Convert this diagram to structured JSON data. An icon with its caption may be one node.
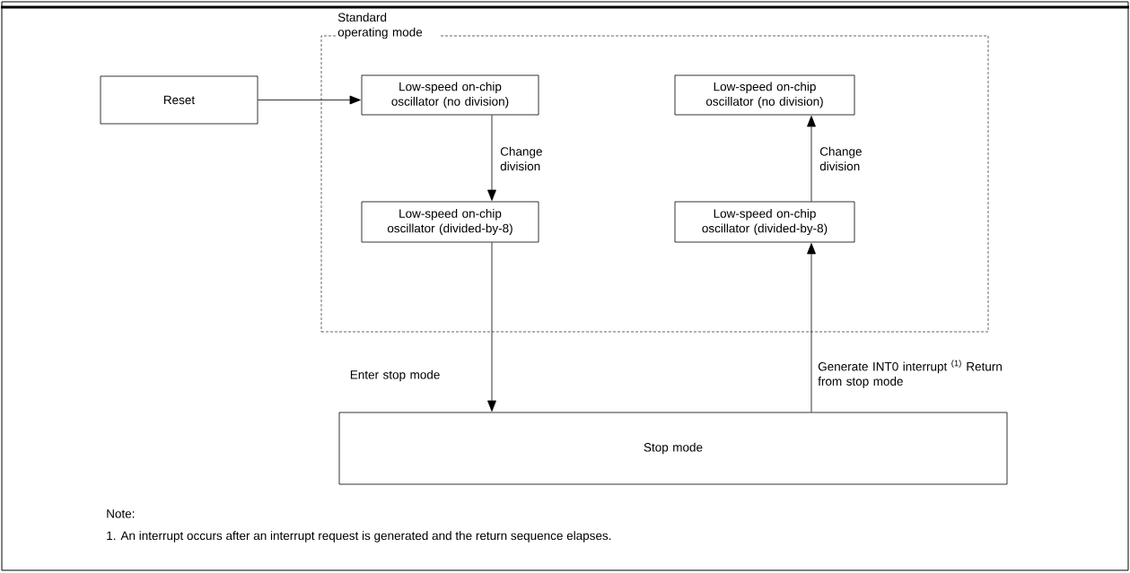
{
  "diagram": {
    "nodes": [
      {
        "text": [
          "Reset"
        ]
      },
      {
        "text": [
          "Standard operating mode"
        ]
      },
      {
        "text": [
          "Low-speed on-chip oscillator (no division)"
        ],
        "in": 1
      },
      {
        "text": [
          "Low-speed on-chip oscillator (no division)"
        ],
        "in": 1
      },
      {
        "text": [
          "Low-speed on-chip oscillator (divided-by-8)"
        ],
        "in": 1
      },
      {
        "text": [
          "Low-speed on-chip oscillator (divided-by-8)"
        ],
        "in": 1
      },
      {
        "text": [
          "Stop mode"
        ]
      }
    ],
    "edges": [
      {
        "from": 0,
        "to": 2,
        "arrow": "to"
      },
      {
        "from": 2,
        "to": 4,
        "arrow": "to",
        "label": "Change division"
      },
      {
        "from": 5,
        "to": 3,
        "arrow": "to",
        "label": "Change division"
      },
      {
        "from": 4,
        "to": 6,
        "arrow": "to",
        "label": "Enter stop mode"
      },
      {
        "from": 6,
        "to": 5,
        "arrow": "to",
        "label": "Generate INT0 interrupt $^{(1)}$ Return from stop mode"
      }
    ],
    "labels": [
      "Note:",
      "1. An interrupt occurs after an interrupt request is generated and the return sequence elapses."
    ]
  }
}
